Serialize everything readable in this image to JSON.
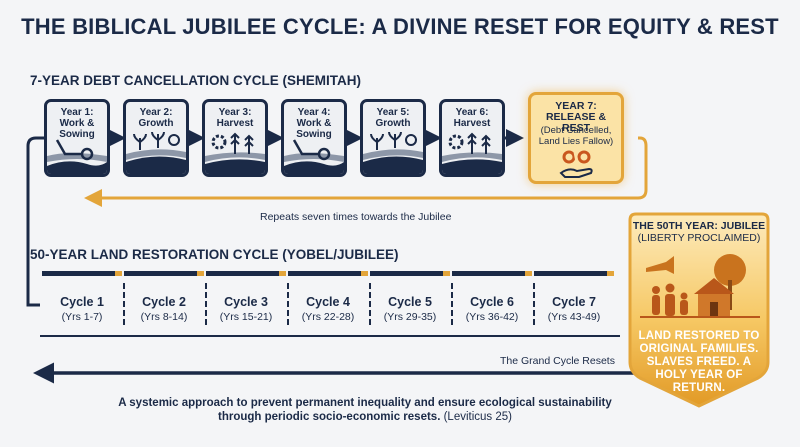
{
  "title": "THE BIBLICAL JUBILEE CYCLE: A DIVINE RESET FOR EQUITY & REST",
  "shemitah": {
    "heading": "7-YEAR DEBT CANCELLATION CYCLE (SHEMITAH)",
    "years": [
      {
        "label": "Year 1:\nWork &\nSowing",
        "icon": "plow-icon"
      },
      {
        "label": "Year 2:\nGrowth",
        "icon": "sprout-icon"
      },
      {
        "label": "Year 3:\nHarvest",
        "icon": "wheat-icon"
      },
      {
        "label": "Year 4:\nWork &\nSowing",
        "icon": "plow-icon"
      },
      {
        "label": "Year 5:\nGrowth",
        "icon": "sprout-icon"
      },
      {
        "label": "Year 6:\nHarvest",
        "icon": "wheat-icon"
      }
    ],
    "year7": {
      "title": "YEAR 7:\nRELEASE & REST",
      "subtitle": "(Debt Cancelled,\nLand Lies Fallow)",
      "icon": "broken-chain-hand-icon"
    },
    "repeat_text": "Repeats seven times towards the Jubilee"
  },
  "yobel": {
    "heading": "50-YEAR LAND RESTORATION CYCLE (YOBEL/JUBILEE)",
    "cycles": [
      {
        "name": "Cycle 1",
        "years": "(Yrs 1-7)"
      },
      {
        "name": "Cycle 2",
        "years": "(Yrs 8-14)"
      },
      {
        "name": "Cycle 3",
        "years": "(Yrs 15-21)"
      },
      {
        "name": "Cycle 4",
        "years": "(Yrs 22-28)"
      },
      {
        "name": "Cycle 5",
        "years": "(Yrs 29-35)"
      },
      {
        "name": "Cycle 6",
        "years": "(Yrs 36-42)"
      },
      {
        "name": "Cycle 7",
        "years": "(Yrs 43-49)"
      }
    ],
    "grand_text": "The Grand Cycle Resets"
  },
  "jubilee": {
    "title": "THE 50TH YEAR: JUBILEE",
    "subtitle": "(LIBERTY PROCLAIMED)",
    "body": "LAND RESTORED TO ORIGINAL FAMILIES. SLAVES FREED. A HOLY YEAR OF RETURN.",
    "icon": "trumpet-family-house-icon"
  },
  "footer": {
    "bold": "A systemic approach to prevent permanent inequality and ensure ecological sustainability through periodic socio-economic resets.",
    "ref": "(Leviticus 25)"
  },
  "colors": {
    "navy": "#1b2a47",
    "gold": "#e3a53a",
    "cream": "#fbe3a6",
    "background": "#f4f5f7"
  }
}
